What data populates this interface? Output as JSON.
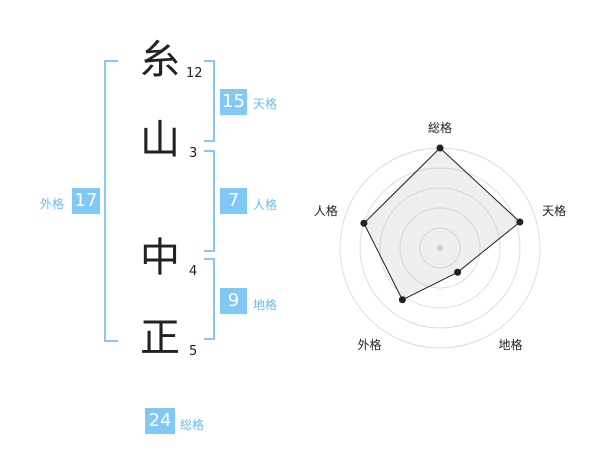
{
  "name_chars": [
    {
      "char": "糸",
      "strokes": "12"
    },
    {
      "char": "山",
      "strokes": "3"
    },
    {
      "char": "中",
      "strokes": "4"
    },
    {
      "char": "正",
      "strokes": "5"
    }
  ],
  "kaku": {
    "tenkaku": {
      "value": "15",
      "label": "天格"
    },
    "jinkaku": {
      "value": "7",
      "label": "人格"
    },
    "chikaku": {
      "value": "9",
      "label": "地格"
    },
    "gaikaku": {
      "value": "17",
      "label": "外格"
    },
    "soukaku": {
      "value": "24",
      "label": "総格"
    }
  },
  "colors": {
    "accent": "#82c8f4",
    "bracket": "#86c9f2",
    "label": "#6cbcea"
  },
  "chart_data": {
    "type": "radar",
    "axes": [
      "総格",
      "天格",
      "地格",
      "外格",
      "人格"
    ],
    "values": [
      5,
      4.2,
      1.5,
      3.2,
      4
    ],
    "max": 5,
    "rings": 5,
    "grid": true
  }
}
